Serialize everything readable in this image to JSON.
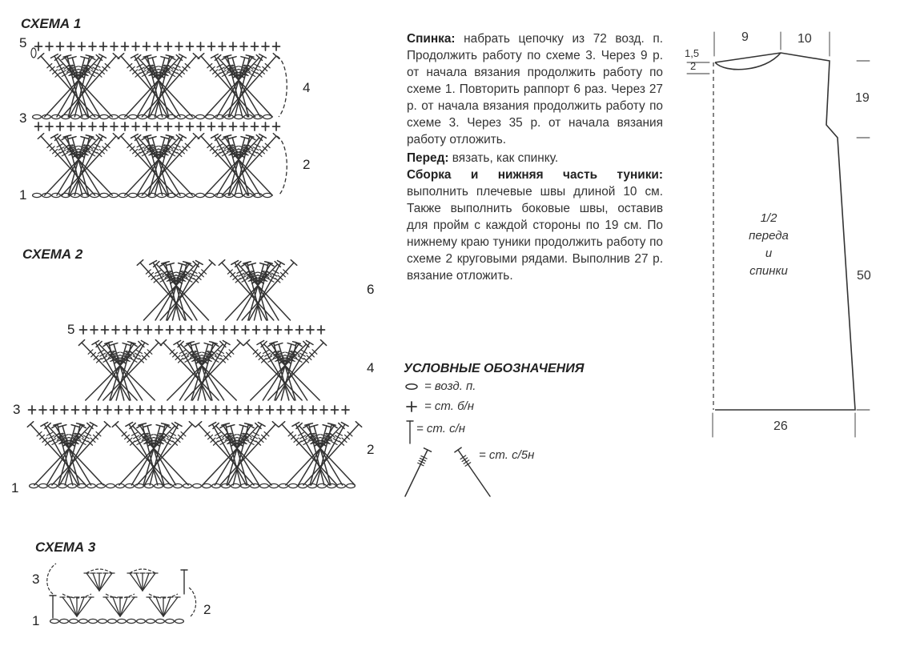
{
  "schemes": {
    "s1_title": "СХЕМА 1",
    "s2_title": "СХЕМА 2",
    "s3_title": "СХЕМА 3",
    "s1_rows": {
      "r1": "1",
      "r2": "2",
      "r3": "3",
      "r4": "4",
      "r5": "5"
    },
    "s2_rows": {
      "r1": "1",
      "r2": "2",
      "r3": "3",
      "r4": "4",
      "r5": "5",
      "r6": "6"
    },
    "s3_rows": {
      "r1": "1",
      "r2": "2",
      "r3": "3"
    }
  },
  "instructions": {
    "back_label": "Спинка:",
    "back_text": "набрать цепочку из 72 возд. п. Продолжить работу по схеме 3. Через 9 р. от начала вязания продолжить работу по схеме 1. Повторить раппорт 6 раз. Через 27 р. от начала вязания продолжить работу по схеме 3. Через 35 р. от начала вязания работу отложить.",
    "front_label": "Перед:",
    "front_text": "вязать, как спинку.",
    "assembly_label": "Сборка и нижняя часть туники:",
    "assembly_text": "выполнить плечевые швы длиной 10 см. Также выполнить боковые швы, оставив для пройм с каждой стороны по 19 см. По нижнему краю туники продолжить работу по схеме 2 круговыми рядами. Выполнив 27 р. вязание отложить."
  },
  "legend": {
    "title": "УСЛОВНЫЕ ОБОЗНАЧЕНИЯ",
    "chain": "= возд. п.",
    "sc": "= ст. б/н",
    "dc": "= ст. с/н",
    "tr5": "= ст. с/5н"
  },
  "pattern": {
    "top_left": "9",
    "top_right": "10",
    "shoulder_a": "1,5",
    "shoulder_b": "2",
    "armhole": "19",
    "length": "50",
    "bottom": "26",
    "center_label_1": "1/2",
    "center_label_2": "переда",
    "center_label_3": "и",
    "center_label_4": "спинки"
  }
}
